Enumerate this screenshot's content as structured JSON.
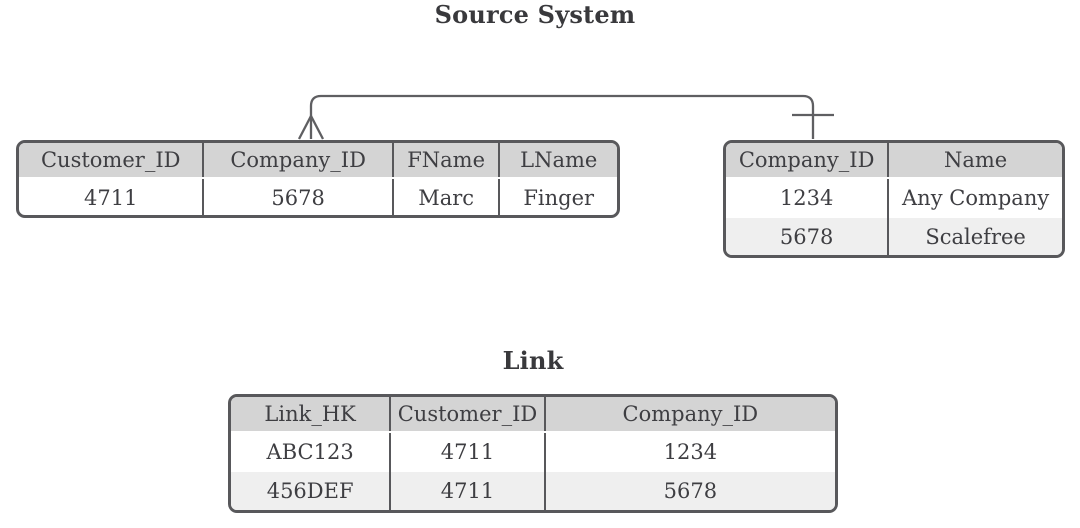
{
  "diagram": {
    "source_system": {
      "title": "Source System",
      "customer_table": {
        "headers": [
          "Customer_ID",
          "Company_ID",
          "FName",
          "LName"
        ],
        "rows": [
          [
            "4711",
            "5678",
            "Marc",
            "Finger"
          ]
        ]
      },
      "company_table": {
        "headers": [
          "Company_ID",
          "Name"
        ],
        "rows": [
          [
            "1234",
            "Any Company"
          ],
          [
            "5678",
            "Scalefree"
          ]
        ]
      },
      "relationship": {
        "from_table": "customer_table",
        "from_column": "Company_ID",
        "to_table": "company_table",
        "to_column": "Company_ID",
        "cardinality": "many-to-one",
        "from_symbol": "crow-foot-many",
        "to_symbol": "one-tick"
      }
    },
    "link_section": {
      "title": "Link",
      "link_table": {
        "headers": [
          "Link_HK",
          "Customer_ID",
          "Company_ID"
        ],
        "rows": [
          [
            "ABC123",
            "4711",
            "1234"
          ],
          [
            "456DEF",
            "4711",
            "5678"
          ]
        ]
      }
    },
    "colors": {
      "background": "#ffffff",
      "table_border": "#58585b",
      "header_fill": "#d4d4d4",
      "row_fill_even": "#ffffff",
      "row_fill_odd": "#efefef",
      "text": "#3e3e42",
      "connector_stroke": "#5f5f62"
    }
  }
}
